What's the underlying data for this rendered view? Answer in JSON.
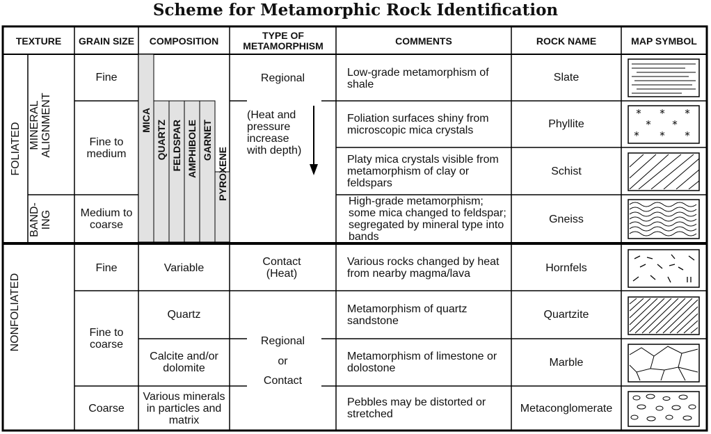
{
  "title": "Scheme for Metamorphic Rock Identification",
  "headers": {
    "texture": "TEXTURE",
    "grain_size": "GRAIN SIZE",
    "composition": "COMPOSITION",
    "type": "TYPE OF METAMORPHISM",
    "comments": "COMMENTS",
    "rock_name": "ROCK NAME",
    "map_symbol": "MAP SYMBOL"
  },
  "texture": {
    "foliated": "FOLIATED",
    "nonfoliated": "NONFOLIATED",
    "mineral_alignment": "MINERAL ALIGNMENT",
    "banding": "BAND- ING"
  },
  "minerals": [
    "MICA",
    "QUARTZ",
    "FELDSPAR",
    "AMPHIBOLE",
    "GARNET",
    "PYROXENE"
  ],
  "metamorphism": {
    "regional": "Regional",
    "heat_pressure": "(Heat and pressure increase with depth)",
    "contact": "Contact (Heat)",
    "regional_or_contact": [
      "Regional",
      "or",
      "Contact"
    ]
  },
  "rows": [
    {
      "grain": "Fine",
      "comment": "Low-grade metamorphism of shale",
      "rock": "Slate",
      "symbol": "slate-symbol"
    },
    {
      "grain": "Fine to medium",
      "comment": "Foliation surfaces shiny from microscopic mica crystals",
      "rock": "Phyllite",
      "symbol": "phyllite-symbol"
    },
    {
      "grain": "",
      "comment": "Platy mica crystals visible from metamorphism of clay or feldspars",
      "rock": "Schist",
      "symbol": "schist-symbol"
    },
    {
      "grain": "Medium to coarse",
      "comment": "High-grade metamorphism; some mica changed to feldspar; segregated by mineral type into bands",
      "rock": "Gneiss",
      "symbol": "gneiss-symbol"
    },
    {
      "grain": "Fine",
      "composition": "Variable",
      "comment": "Various rocks changed by heat from nearby magma/lava",
      "rock": "Hornfels",
      "symbol": "hornfels-symbol"
    },
    {
      "grain": "Fine to coarse",
      "composition": "Quartz",
      "comment": "Metamorphism of quartz sandstone",
      "rock": "Quartzite",
      "symbol": "quartzite-symbol"
    },
    {
      "grain": "",
      "composition": "Calcite and/or dolomite",
      "comment": "Metamorphism of limestone or dolostone",
      "rock": "Marble",
      "symbol": "marble-symbol"
    },
    {
      "grain": "Coarse",
      "composition": "Various minerals in particles and matrix",
      "comment": "Pebbles may be distorted or stretched",
      "rock": "Metaconglomerate",
      "symbol": "metaconglomerate-symbol"
    }
  ]
}
